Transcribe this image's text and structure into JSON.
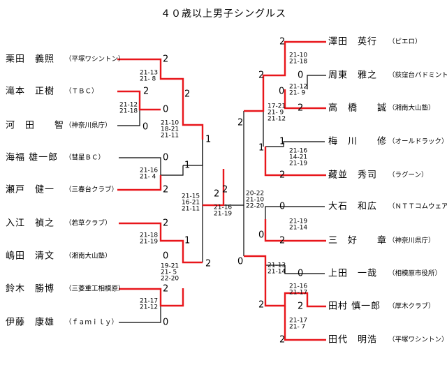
{
  "title": "４０歳以上男子シングルス",
  "colors": {
    "win": "#e8161b",
    "line": "#000000"
  },
  "left_players": [
    {
      "name": "栗田　義照",
      "club": "（平塚ワシントン）"
    },
    {
      "name": "滝本　正樹",
      "club": "（ＴＢＣ）"
    },
    {
      "name": "河　田　　智",
      "club": "（神奈川県庁）"
    },
    {
      "name": "海福 雄一郎",
      "club": "（彗星ＢＣ）"
    },
    {
      "name": "瀬戸　健一",
      "club": "（三春台クラブ）"
    },
    {
      "name": "入江　禎之",
      "club": "（若草クラブ）"
    },
    {
      "name": "嶋田　清文",
      "club": "（湘南大山塾）"
    },
    {
      "name": "鈴木　勝博",
      "club": "（三菱重工相模原）"
    },
    {
      "name": "伊藤　康雄",
      "club": "（ｆａｍｉｌｙ）"
    }
  ],
  "right_players": [
    {
      "name": "澤田　英行",
      "club": "（ピエロ）"
    },
    {
      "name": "周東　雅之",
      "club": "（荻窪台バドミントンクラブ）"
    },
    {
      "name": "高　橋　　誠",
      "club": "（湘南大山塾）"
    },
    {
      "name": "梅　川　　修",
      "club": "（オールドラック）"
    },
    {
      "name": "藏並　秀司",
      "club": "（ラグーン）"
    },
    {
      "name": "大石　和広",
      "club": "（ＮＴＴコムウェア）"
    },
    {
      "name": "三　好　　章",
      "club": "（神奈川県庁）"
    },
    {
      "name": "上田　一哉",
      "club": "（相模原市役所）"
    },
    {
      "name": "田村 慎一郎",
      "club": "（厚木クラブ）"
    },
    {
      "name": "田代　明浩",
      "club": "（平塚ワシントン）"
    }
  ],
  "results": {
    "L1": "2",
    "L2": "2",
    "L2b": "0",
    "L3": "0",
    "L4": "0",
    "L5": "2",
    "L6": "2",
    "L7": "0",
    "L8": "2",
    "L9": "0",
    "LQ1": "2",
    "LQ2": "1",
    "LQ3": "1",
    "LQ4": "2",
    "LS1": "1",
    "LS2": "2",
    "LF": "2",
    "R1": "2",
    "R2": "0",
    "R3": "2",
    "R4": "1",
    "R5": "2",
    "R6": "0",
    "R7": "2",
    "R8": "0",
    "R9": "2",
    "R10": "2",
    "RQ1": "2",
    "RQ2": "0",
    "RQ3": "0",
    "RQ4": "2",
    "RS1": "2",
    "RS2": "1",
    "RF": "0"
  },
  "scores": {
    "l_pre": [
      "21-12",
      "21-18"
    ],
    "l_q1": [
      "21-13",
      "21- 8"
    ],
    "l_q2": [
      "21-16",
      "21- 4"
    ],
    "l_q3": [
      "21-18",
      "21-19"
    ],
    "l_pre2": [
      "21-17",
      "21-12"
    ],
    "l_q4": [
      "19-21",
      "21- 5",
      "22-20"
    ],
    "l_s1": [
      "21-10",
      "18-21",
      "21-11"
    ],
    "l_s2": [
      "21-15",
      "16-21",
      "21-11"
    ],
    "final": [
      "21-16",
      "21-19"
    ],
    "r_s1": [
      "20-22",
      "21-10",
      "22-20"
    ],
    "r_a": [
      "21-10",
      "21-18"
    ],
    "r_b": [
      "21-12",
      "21- 9"
    ],
    "r_c": [
      "17-21",
      "21- 9",
      "21-12"
    ],
    "r_d": [
      "21-16",
      "14-21",
      "21-19"
    ],
    "r_e": [
      "21-19",
      "21-14"
    ],
    "r_f": [
      "21-13",
      "21-14"
    ],
    "r_g": [
      "21-16",
      "21-17"
    ],
    "r_h": [
      "21-17",
      "21- 7"
    ]
  }
}
